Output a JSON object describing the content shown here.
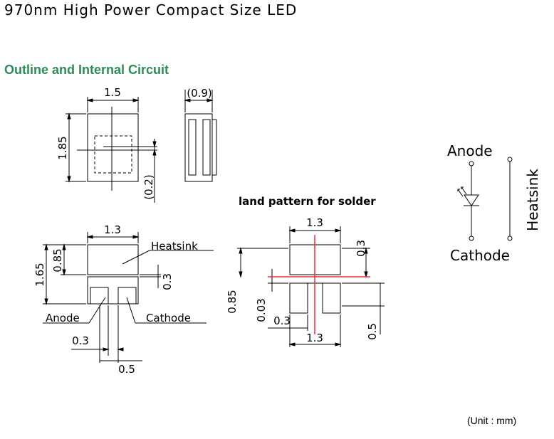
{
  "page_title": "970nm High Power Compact Size LED",
  "section_heading": "Outline and Internal Circuit",
  "unit_note": "(Unit : mm)",
  "top_view": {
    "width": "1.5",
    "height": "1.85",
    "offset": "(0.2)"
  },
  "side_view": {
    "thickness": "(0.9)"
  },
  "bottom_view": {
    "top_width": "1.3",
    "heatsink_height": "0.85",
    "total_height": "1.65",
    "gap": "0.3",
    "pad_width": "0.3",
    "pad_spacing": "0.5",
    "heatsink_label": "Heatsink",
    "anode_label": "Anode",
    "cathode_label": "Cathode"
  },
  "land_pattern": {
    "title": "land pattern for solder",
    "top_width": "1.3",
    "bottom_width": "1.3",
    "top_height": "0.3",
    "left_height": "0.85",
    "gap": "0.03",
    "pad_width": "0.3",
    "pad_height": "0.5"
  },
  "circuit": {
    "anode": "Anode",
    "cathode": "Cathode",
    "heatsink": "Heatsink"
  },
  "colors": {
    "heading": "#2e8b57",
    "red_line": "#e8303a",
    "line": "#000000"
  }
}
